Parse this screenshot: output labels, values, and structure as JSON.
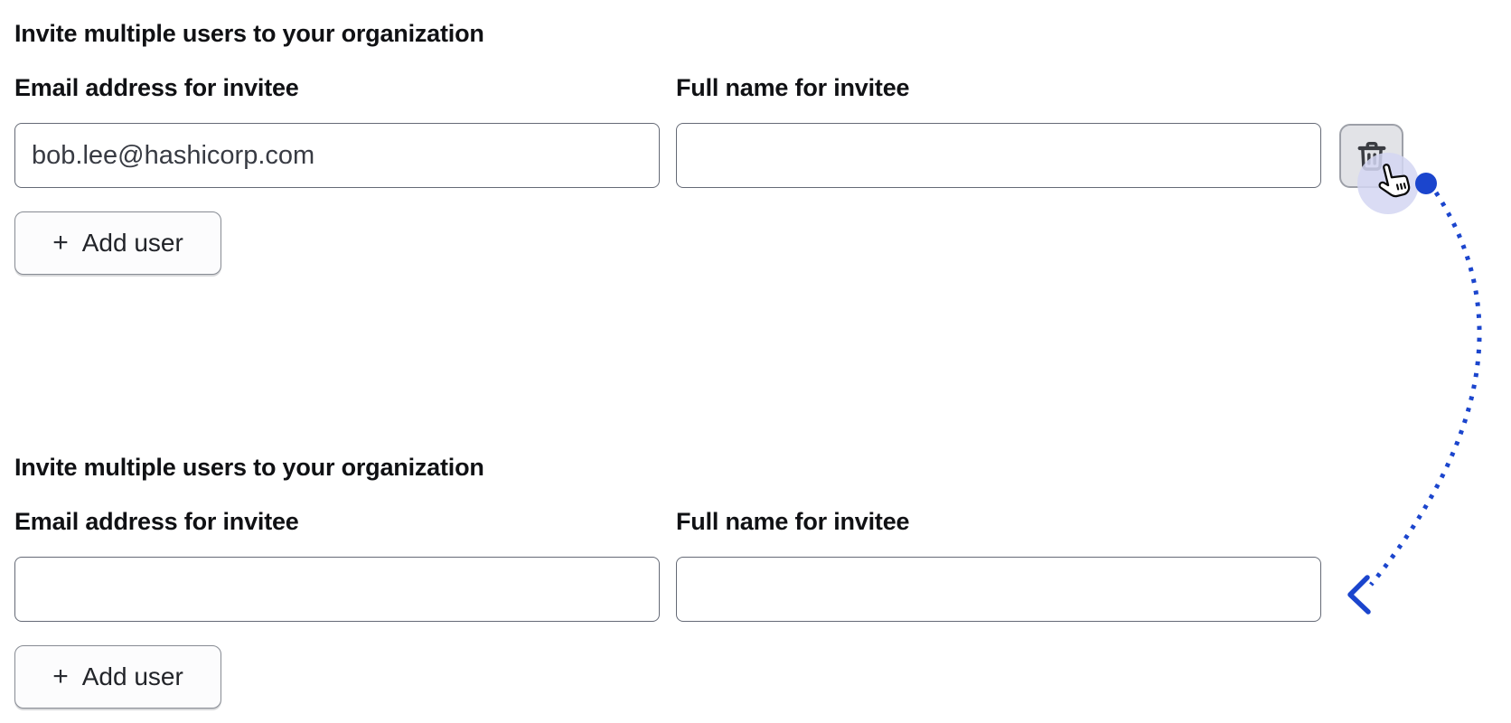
{
  "page": {
    "background_color": "#ffffff"
  },
  "sections": [
    {
      "heading": "Invite multiple users to your organization",
      "email_label": "Email address for invitee",
      "email_value": "bob.lee@hashicorp.com",
      "fullname_label": "Full name for invitee",
      "fullname_value": "",
      "add_user_label": "Add user",
      "has_delete_row_button": true
    },
    {
      "heading": "Invite multiple users to your organization",
      "email_label": "Email address for invitee",
      "email_value": "",
      "fullname_label": "Full name for invitee",
      "fullname_value": "",
      "add_user_label": "Add user",
      "has_delete_row_button": false
    }
  ],
  "icons": {
    "plus_glyph": "+",
    "trash_icon": "trash-can",
    "cursor_icon": "hand-pointer"
  },
  "annotation": {
    "arrow_color": "#1b45cd",
    "arrow_style": "dotted-arc",
    "arrow_direction": "from delete button down to second form",
    "halo_color": "#d4d6f2",
    "click_indicator": "blue-dot"
  },
  "colors": {
    "input_border": "#656a76",
    "delete_button_bg": "#e2e3e7",
    "text": "#101114"
  }
}
